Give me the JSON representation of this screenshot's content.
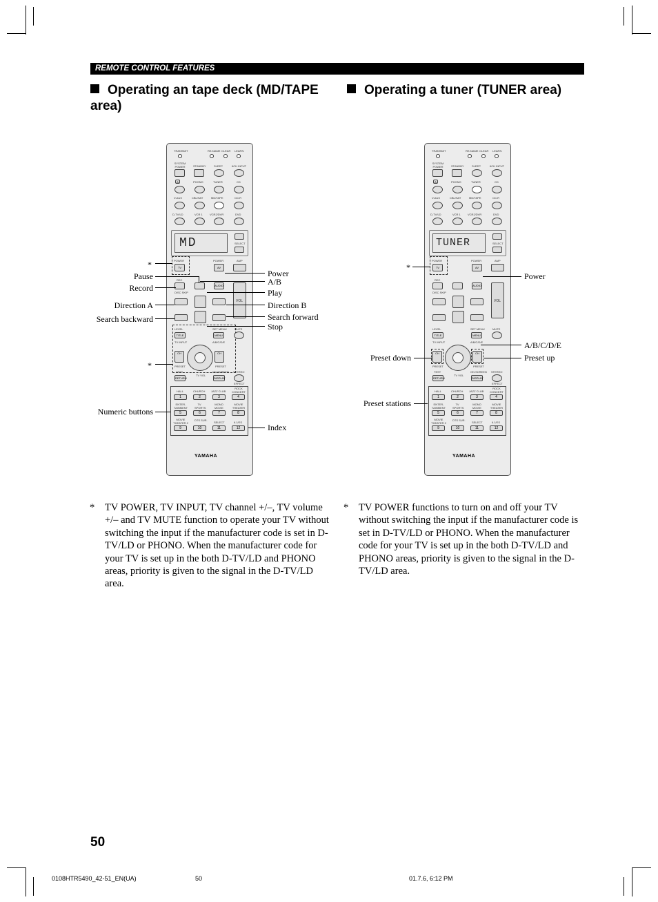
{
  "section_bar": "REMOTE CONTROL FEATURES",
  "left": {
    "heading": "Operating an tape deck (MD/TAPE area)",
    "lcd": "MD",
    "labels_left": [
      "*",
      "Pause",
      "Record",
      "Direction A",
      "Search backward",
      "*",
      "Numeric buttons"
    ],
    "labels_right": [
      "Power",
      "A/B",
      "Play",
      "Direction B",
      "Search forward",
      "Stop",
      "Index"
    ],
    "note": "TV POWER, TV INPUT, TV channel +/–, TV volume +/– and TV MUTE function to operate your TV without switching the input if the manufacturer code is set in D-TV/LD or PHONO. When the manufacturer code for your TV is set up in the both D-TV/LD and PHONO areas, priority is given to the signal in the D-TV/LD area."
  },
  "right": {
    "heading": "Operating a tuner (TUNER area)",
    "lcd": "TUNER",
    "labels_left": [
      "*",
      "Preset down",
      "Preset stations"
    ],
    "labels_right": [
      "Power",
      "A/B/C/D/E",
      "Preset up"
    ],
    "note": "TV POWER functions to turn on and off your TV without switching the input if the manufacturer code is set in D-TV/LD or PHONO. When the manufacturer code for your TV is set up in the both D-TV/LD and PHONO areas, priority is given to the signal in the D-TV/LD area."
  },
  "remote": {
    "transmit": "TRANSMIT",
    "top_leds": [
      "RE-NAME",
      "CLEAR",
      "LEARN"
    ],
    "row1": [
      "SYSTEM POWER",
      "STANDBY",
      "SLEEP",
      "6CH INPUT"
    ],
    "row2": [
      "A",
      "PHONO",
      "TUNER",
      "CD"
    ],
    "row3": [
      "V-AUX",
      "CBL/SAT",
      "MD/TAPE",
      "CD-R"
    ],
    "row4": [
      "D-TV/LD",
      "VCR 1",
      "VCR2/DVR",
      "DVD"
    ],
    "select": "SELECT",
    "power_row": [
      "POWER",
      "POWER",
      "AMP"
    ],
    "tv": "TV",
    "av": "AV",
    "rec": "REC",
    "audio": "AUDIO",
    "disc_skip": "DISC SKIP",
    "vol": "VOL",
    "level": "LEVEL",
    "set_menu": "SET MENU",
    "mute": "MUTE",
    "title": "TITLE",
    "menu": "MENU",
    "tv_input": "TV INPUT",
    "abcde": "A/B/C/D/E",
    "tv_vol": "TV VOL",
    "ch": "CH",
    "tv_mute": "TV MUTE SELECT",
    "preset": "PRESET",
    "test": "TEST",
    "on_screen": "ON SCREEN",
    "stereo": "STEREO",
    "return": "RETURN",
    "display": "DISPLAY",
    "effect": "EFFECT",
    "num_labels": [
      "HALL",
      "CHURCH",
      "JAZZ CLUB",
      "ROCK CONCERT",
      "ENTER-TAINMENT",
      "TV SPORTS",
      "MONO MOVIE",
      "MOVIE THEATER 1",
      "MOVIE THEATER 2",
      "DTS SUR.",
      "SELECT",
      "6.1/ES"
    ],
    "nums": [
      "1",
      "2",
      "3",
      "4",
      "5",
      "6",
      "7",
      "8",
      "9",
      "10",
      "11",
      "12"
    ],
    "brand": "YAMAHA"
  },
  "page_number": "50",
  "footer": {
    "file": "0108HTR5490_42-51_EN(UA)",
    "page": "50",
    "timestamp": "01.7.6, 6:12 PM"
  }
}
